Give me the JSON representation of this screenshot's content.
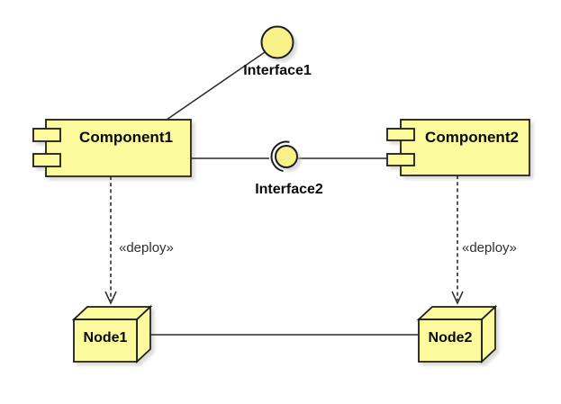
{
  "diagram": {
    "type": "uml-component-deployment-diagram",
    "colors": {
      "background": "#ffffff",
      "shape-fill": "#fbfb9e",
      "circle-fill": "#f8f18a",
      "border": "#1c1c1c",
      "line": "#2a2a2a",
      "label": "#0a0a0a",
      "stereotype": "#2e2e2e",
      "shadow": "#bdbdbd"
    },
    "components": [
      {
        "name": "Component1"
      },
      {
        "name": "Component2"
      }
    ],
    "interfaces": [
      {
        "name": "Interface1",
        "kind": "provided-lollipop"
      },
      {
        "name": "Interface2",
        "kind": "ball-and-socket"
      }
    ],
    "nodes": [
      {
        "name": "Node1"
      },
      {
        "name": "Node2"
      }
    ],
    "dependencies": [
      {
        "stereotype": "«deploy»",
        "from": "Component1",
        "to": "Node1"
      },
      {
        "stereotype": "«deploy»",
        "from": "Component2",
        "to": "Node2"
      }
    ]
  }
}
